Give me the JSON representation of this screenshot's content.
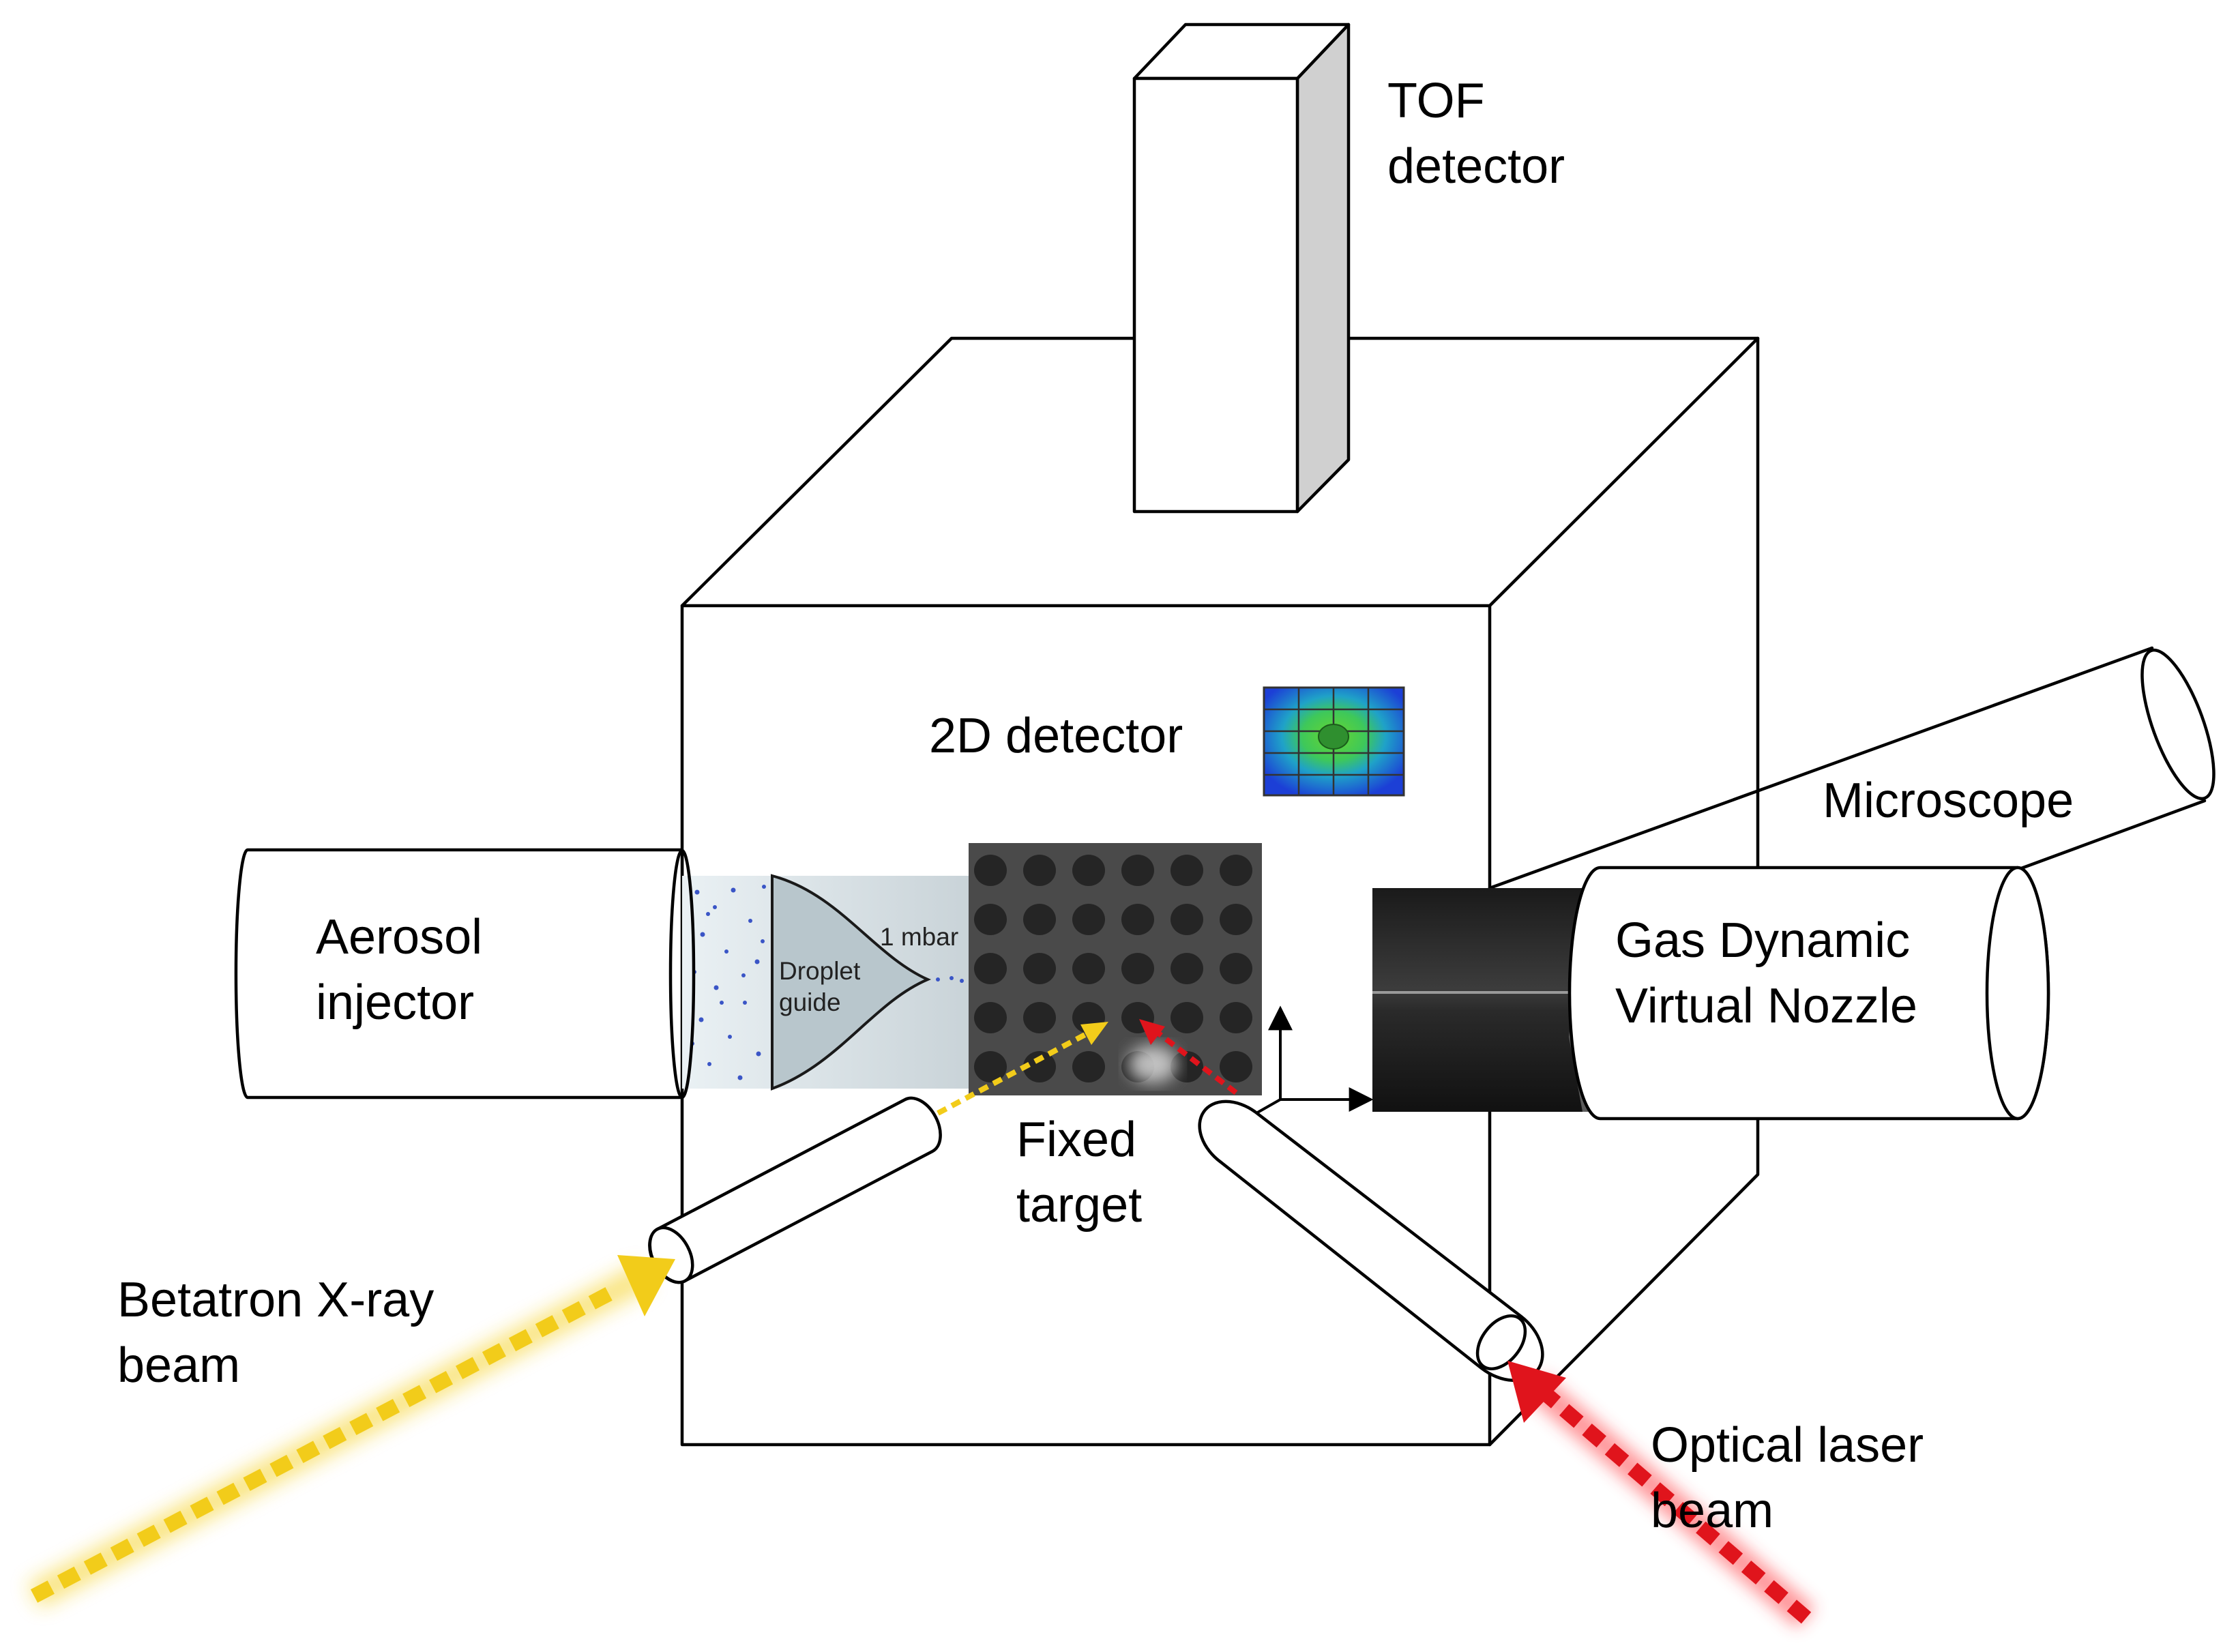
{
  "labels": {
    "tof_line1": "TOF",
    "tof_line2": "detector",
    "detector_2d": "2D detector",
    "microscope": "Microscope",
    "aerosol_line1": "Aerosol",
    "aerosol_line2": "injector",
    "gdvn_line1": "Gas Dynamic",
    "gdvn_line2": "Virtual Nozzle",
    "fixed_line1": "Fixed",
    "fixed_line2": "target",
    "betatron_line1": "Betatron X-ray",
    "betatron_line2": "beam",
    "optical_line1": "Optical laser",
    "optical_line2": "beam"
  },
  "inset": {
    "pressure": "1 mbar",
    "guide_line1": "Droplet",
    "guide_line2": "guide"
  },
  "colors": {
    "xray_beam": "#f5d020",
    "laser_beam": "#e0141c",
    "tof_side": "#d0d0d0",
    "target_plate": "#4a4a4a",
    "target_hole": "#252525"
  }
}
